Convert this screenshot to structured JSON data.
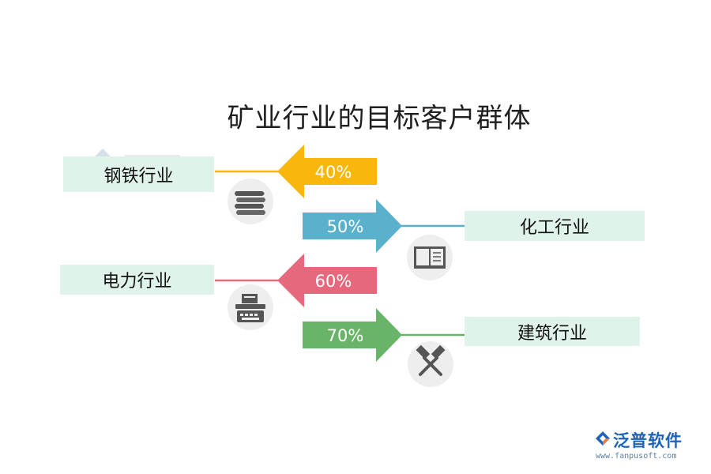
{
  "title": "矿业行业的目标客户群体",
  "items": [
    {
      "label": "钢铁行业",
      "percent": "40%",
      "color": "#f8b70a",
      "icon": "books-icon",
      "direction": "left"
    },
    {
      "label": "化工行业",
      "percent": "50%",
      "color": "#5ab1cb",
      "icon": "open-book-icon",
      "direction": "right"
    },
    {
      "label": "电力行业",
      "percent": "60%",
      "color": "#e5687d",
      "icon": "typewriter-icon",
      "direction": "left"
    },
    {
      "label": "建筑行业",
      "percent": "70%",
      "color": "#6ab46a",
      "icon": "hammers-icon",
      "direction": "right"
    }
  ],
  "brand": {
    "name": "泛普软件",
    "url": "www.fanpusoft.com"
  }
}
